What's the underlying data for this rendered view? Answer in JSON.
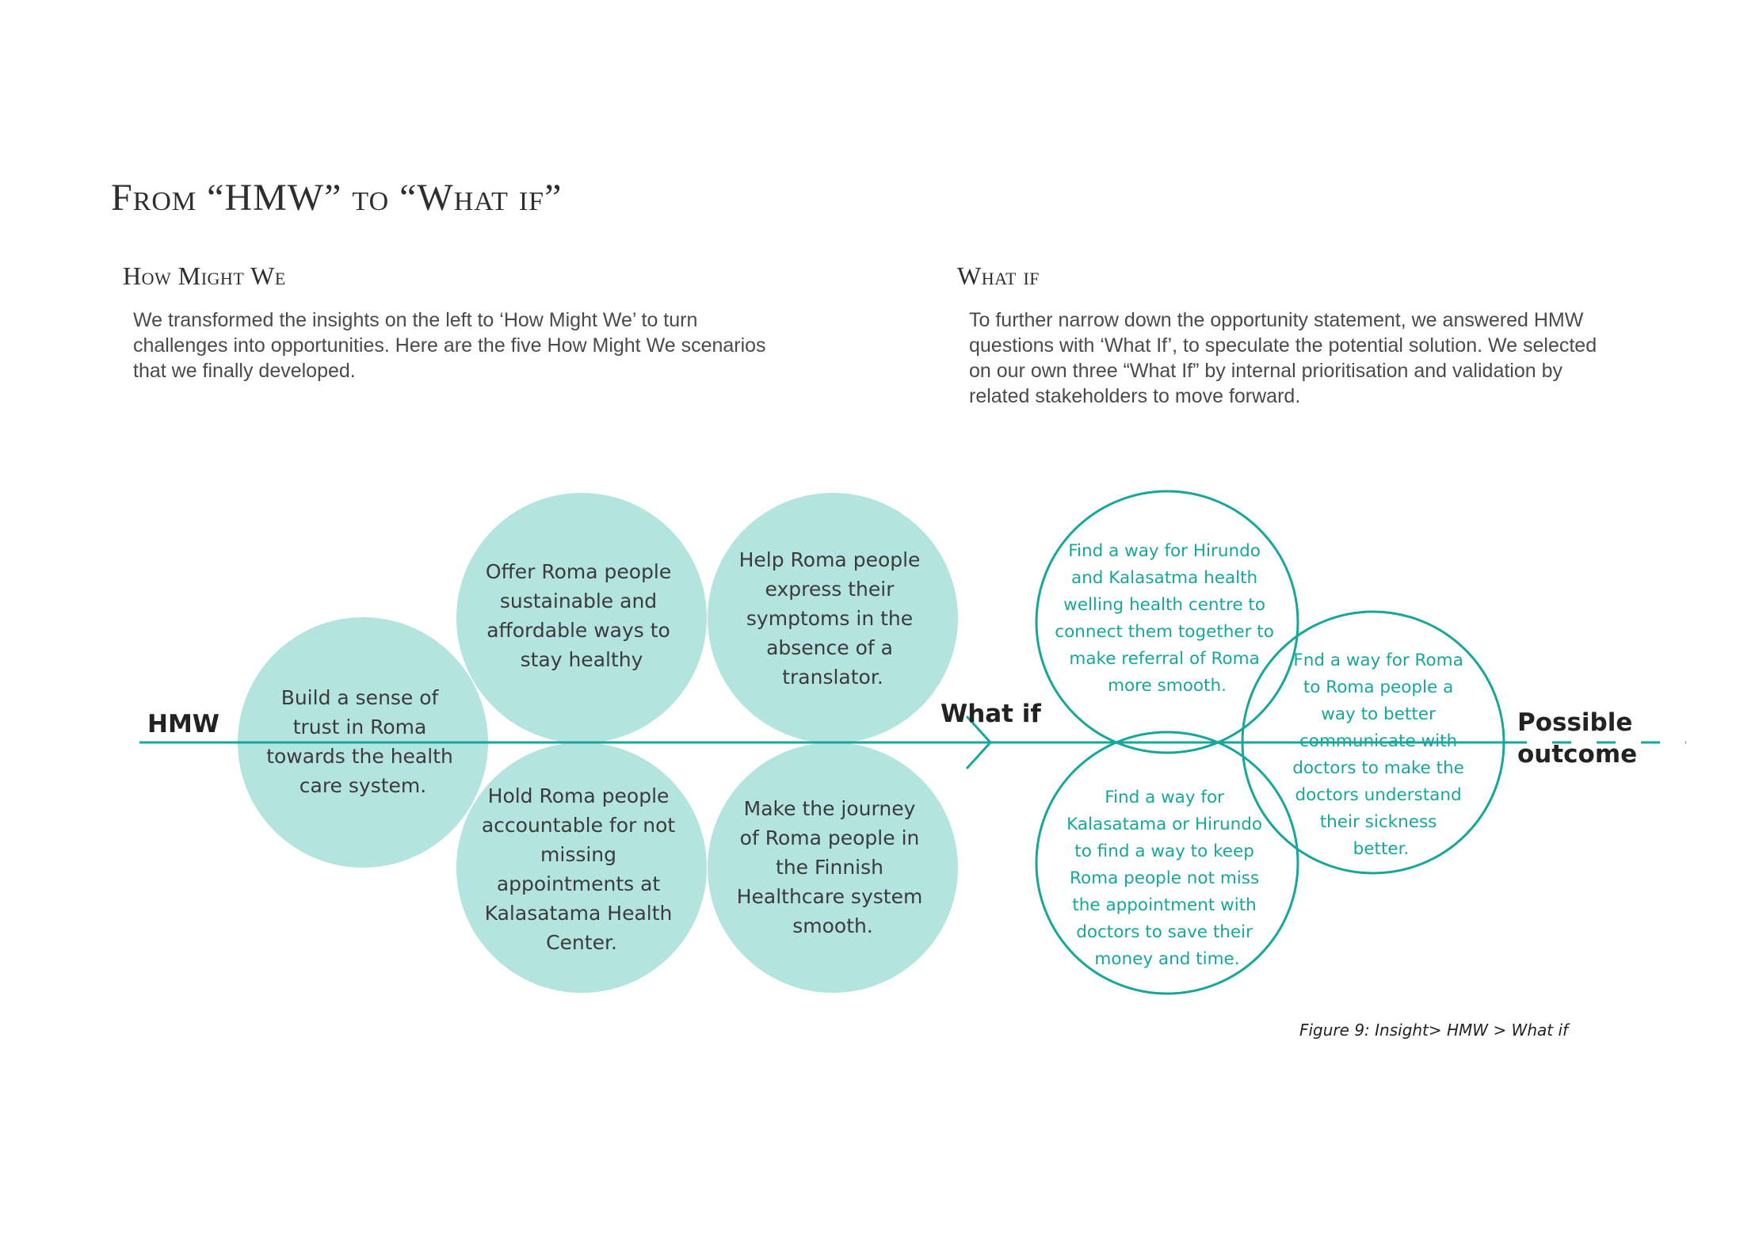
{
  "title": "From “HMW” to “What if”",
  "left_section": {
    "heading": "How Might We",
    "body": "We transformed the insights on the left to ‘How Might We’ to turn challenges into opportunities. Here are the five How Might We scenarios that we finally developed."
  },
  "right_section": {
    "heading": "What if",
    "body": "To further narrow down the opportunity statement, we answered HMW questions with ‘What If’, to speculate the potential solution. We selected on our own three “What If” by internal prioritisation and validation by related stakeholders to move forward."
  },
  "diagram": {
    "labels": {
      "hmw": "HMW",
      "what_if": "What if",
      "outcome": [
        "Possible",
        "outcome"
      ]
    },
    "hmw_scenarios": [
      {
        "id": "build-trust",
        "lines": [
          "Build a sense of",
          "trust in Roma",
          "towards the health",
          "care system."
        ]
      },
      {
        "id": "sustainable-healthy",
        "lines": [
          "Offer Roma people",
          "sustainable and",
          "affordable ways to",
          "stay healthy"
        ]
      },
      {
        "id": "express-symptoms",
        "lines": [
          "Help Roma people",
          "express their",
          "symptoms in the",
          "absence of a",
          "translator."
        ]
      },
      {
        "id": "accountable-appointments",
        "lines": [
          "Hold Roma people",
          "accountable for not",
          "missing",
          "appointments at",
          "Kalasatama Health",
          "Center."
        ]
      },
      {
        "id": "smooth-journey",
        "lines": [
          "Make the journey",
          "of Roma people in",
          "the Finnish",
          "Healthcare system",
          "smooth."
        ]
      }
    ],
    "what_if_ideas": [
      {
        "id": "referral",
        "lines": [
          "Find a way for Hirundo",
          "and Kalasatma health",
          "welling health centre to",
          "connect them together to",
          "make referral of Roma",
          "more smooth."
        ]
      },
      {
        "id": "communicate",
        "lines": [
          "Fnd a way for Roma",
          "to Roma people a",
          "way to better",
          "communicate with",
          "doctors to make the",
          "doctors understand",
          "their sickness",
          "better."
        ]
      },
      {
        "id": "appointments",
        "lines": [
          "Find a way for",
          "Kalasatama or Hirundo",
          "to find a way to keep",
          "Roma people not miss",
          "the appointment with",
          "doctors to save their",
          "money and time."
        ]
      }
    ]
  },
  "caption": "Figure 9: Insight> HMW > What if",
  "colors": {
    "hmw_fill": "#b3e4df",
    "accent": "#17a69a",
    "text": "#3d3d3d"
  }
}
